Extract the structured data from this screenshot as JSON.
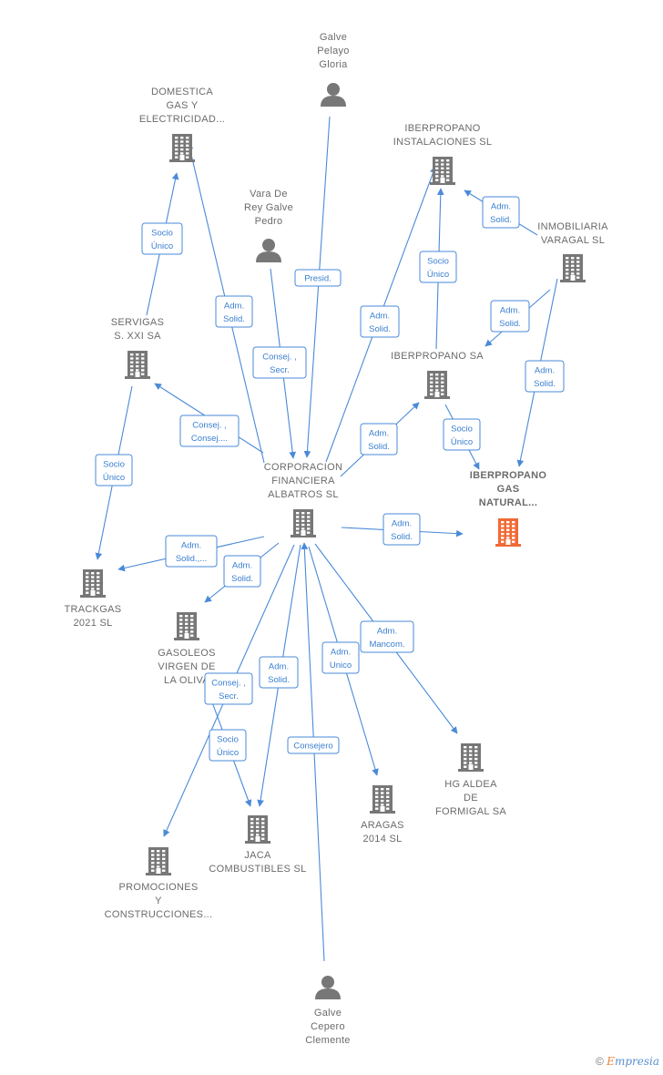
{
  "colors": {
    "edge": "#4a8ad8",
    "node": "#777777",
    "focus": "#f06a35",
    "label": "#6b6b6b"
  },
  "nodes": [
    {
      "id": "galve_pelayo",
      "type": "person",
      "lines": [
        "Galve",
        "Pelayo",
        "Gloria"
      ]
    },
    {
      "id": "domestica",
      "type": "company",
      "lines": [
        "DOMESTICA",
        "GAS Y",
        "ELECTRICIDAD..."
      ]
    },
    {
      "id": "iberpropano_inst",
      "type": "company",
      "lines": [
        "IBERPROPANO",
        "INSTALACIONES SL"
      ]
    },
    {
      "id": "vara_de_rey",
      "type": "person",
      "lines": [
        "Vara De",
        "Rey Galve",
        "Pedro"
      ]
    },
    {
      "id": "inmobiliaria",
      "type": "company",
      "lines": [
        "INMOBILIARIA",
        "VARAGAL  SL"
      ]
    },
    {
      "id": "servigas",
      "type": "company",
      "lines": [
        "SERVIGAS",
        "S.  XXI SA"
      ]
    },
    {
      "id": "iberpropano_sa",
      "type": "company",
      "lines": [
        "IBERPROPANO SA"
      ]
    },
    {
      "id": "corporacion",
      "type": "company",
      "lines": [
        "CORPORACION",
        "FINANCIERA",
        "ALBATROS  SL"
      ]
    },
    {
      "id": "iberpropano_gas",
      "type": "focus",
      "lines": [
        "IBERPROPANO",
        "GAS",
        "NATURAL..."
      ]
    },
    {
      "id": "trackgas",
      "type": "company",
      "lines": [
        "TRACKGAS",
        "2021  SL"
      ]
    },
    {
      "id": "gasoleos",
      "type": "company",
      "lines": [
        "GASOLEOS",
        "VIRGEN DE",
        "LA OLIVA"
      ]
    },
    {
      "id": "hg_aldea",
      "type": "company",
      "lines": [
        "HG ALDEA",
        "DE",
        "FORMIGAL SA"
      ]
    },
    {
      "id": "aragas",
      "type": "company",
      "lines": [
        "ARAGAS",
        "2014  SL"
      ]
    },
    {
      "id": "jaca",
      "type": "company",
      "lines": [
        "JACA",
        "COMBUSTIBLES SL"
      ]
    },
    {
      "id": "promociones",
      "type": "company",
      "lines": [
        "PROMOCIONES",
        "Y",
        "CONSTRUCCIONES..."
      ]
    },
    {
      "id": "galve_cepero",
      "type": "person",
      "lines": [
        "Galve",
        "Cepero",
        "Clemente"
      ]
    }
  ],
  "edges": [
    {
      "from": "galve_pelayo",
      "to": "corporacion",
      "lines": [
        "Presid."
      ]
    },
    {
      "from": "servigas",
      "to": "domestica",
      "lines": [
        "Socio",
        "Único"
      ]
    },
    {
      "from": "corporacion",
      "to": "domestica",
      "lines": [
        "Adm.",
        "Solid."
      ]
    },
    {
      "from": "vara_de_rey",
      "to": "corporacion",
      "lines": [
        "Consej. ,",
        "Secr."
      ]
    },
    {
      "from": "corporacion",
      "to": "iberpropano_inst",
      "lines": [
        "Adm.",
        "Solid."
      ]
    },
    {
      "from": "inmobiliaria",
      "to": "iberpropano_inst",
      "lines": [
        "Adm.",
        "Solid."
      ]
    },
    {
      "from": "iberpropano_sa",
      "to": "iberpropano_inst",
      "lines": [
        "Socio",
        "Único"
      ]
    },
    {
      "from": "inmobiliaria",
      "to": "iberpropano_sa",
      "lines": [
        "Adm.",
        "Solid."
      ]
    },
    {
      "from": "inmobiliaria",
      "to": "iberpropano_gas",
      "lines": [
        "Adm.",
        "Solid."
      ]
    },
    {
      "from": "corporacion",
      "to": "servigas",
      "lines": [
        "Consej. ,",
        "Consej...."
      ]
    },
    {
      "from": "corporacion",
      "to": "iberpropano_sa",
      "lines": [
        "Adm.",
        "Solid."
      ]
    },
    {
      "from": "iberpropano_sa",
      "to": "iberpropano_gas",
      "lines": [
        "Socio",
        "Único"
      ]
    },
    {
      "from": "corporacion",
      "to": "iberpropano_gas",
      "lines": [
        "Adm.",
        "Solid."
      ]
    },
    {
      "from": "servigas",
      "to": "trackgas",
      "lines": [
        "Socio",
        "Único"
      ]
    },
    {
      "from": "corporacion",
      "to": "trackgas",
      "lines": [
        "Adm.",
        "Solid.,..."
      ]
    },
    {
      "from": "corporacion",
      "to": "gasoleos",
      "lines": [
        "Adm.",
        "Solid."
      ]
    },
    {
      "from": "corporacion",
      "to": "hg_aldea",
      "lines": [
        "Adm.",
        "Mancom."
      ]
    },
    {
      "from": "corporacion",
      "to": "aragas",
      "lines": [
        "Adm.",
        "Unico"
      ]
    },
    {
      "from": "corporacion",
      "to": "jaca",
      "lines": [
        "Adm.",
        "Solid."
      ]
    },
    {
      "from": "gasoleos",
      "to": "jaca",
      "lines": [
        "Consej. ,",
        "Secr."
      ]
    },
    {
      "from": "corporacion",
      "to": "promociones",
      "lines": [
        "Socio",
        "Único"
      ]
    },
    {
      "from": "galve_cepero",
      "to": "corporacion",
      "lines": [
        "Consejero"
      ]
    }
  ],
  "brand": {
    "copyright": "©",
    "e": "E",
    "rest": "mpresia"
  }
}
